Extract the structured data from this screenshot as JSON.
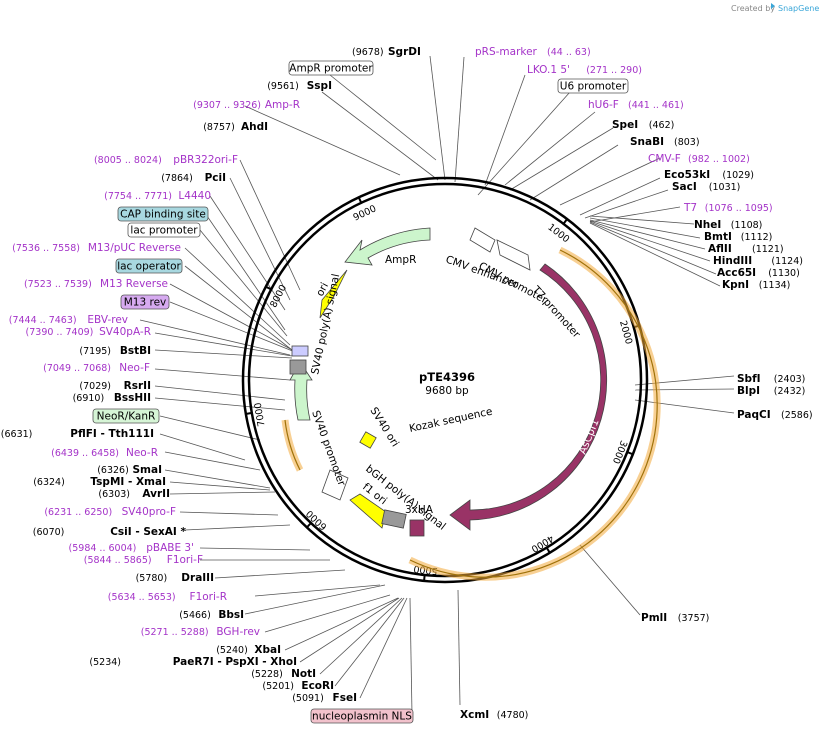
{
  "credit": {
    "created_by": "Created by",
    "brand": "SnapGene"
  },
  "plasmid": {
    "name": "pTE4396",
    "size": "9680 bp",
    "total_bp": 9680
  },
  "ticks": [
    "1000",
    "2000",
    "3000",
    "4000",
    "5000",
    "6000",
    "7000",
    "8000",
    "9000"
  ],
  "enzymes_right": [
    {
      "name": "SgrDI",
      "pos": "(9678)"
    },
    {
      "name": "SpeI",
      "pos": "(462)"
    },
    {
      "name": "SnaBI",
      "pos": "(803)"
    },
    {
      "name": "Eco53kI",
      "pos": "(1029)"
    },
    {
      "name": "SacI",
      "pos": "(1031)"
    },
    {
      "name": "NheI",
      "pos": "(1108)"
    },
    {
      "name": "BmtI",
      "pos": "(1112)"
    },
    {
      "name": "AflII",
      "pos": "(1121)"
    },
    {
      "name": "HindIII",
      "pos": "(1124)"
    },
    {
      "name": "Acc65I",
      "pos": "(1130)"
    },
    {
      "name": "KpnI",
      "pos": "(1134)"
    },
    {
      "name": "SbfI",
      "pos": "(2403)"
    },
    {
      "name": "BlpI",
      "pos": "(2432)"
    },
    {
      "name": "PaqCI",
      "pos": "(2586)"
    },
    {
      "name": "PmlI",
      "pos": "(3757)"
    },
    {
      "name": "XcmI",
      "pos": "(4780)"
    }
  ],
  "enzymes_left": [
    {
      "name": "SspI",
      "pos": "(9561)"
    },
    {
      "name": "AhdI",
      "pos": "(8757)"
    },
    {
      "name": "PciI",
      "pos": "(7864)"
    },
    {
      "name": "BstBI",
      "pos": "(7195)"
    },
    {
      "name": "RsrII",
      "pos": "(7029)"
    },
    {
      "name": "BssHII",
      "pos": "(6910)"
    },
    {
      "name": "PflFI  -  Tth111I",
      "pos": "(6631)"
    },
    {
      "name": "SmaI",
      "pos": "(6326)"
    },
    {
      "name": "TspMI  -  XmaI",
      "pos": "(6324)"
    },
    {
      "name": "AvrII",
      "pos": "(6303)"
    },
    {
      "name": "CsiI  -  SexAI  *",
      "pos": "(6070)"
    },
    {
      "name": "DraIII",
      "pos": "(5780)"
    },
    {
      "name": "BbsI",
      "pos": "(5466)"
    },
    {
      "name": "XbaI",
      "pos": "(5240)"
    },
    {
      "name": "PaeR7I  -  PspXI  -  XhoI",
      "pos": "(5234)"
    },
    {
      "name": "NotI",
      "pos": "(5228)"
    },
    {
      "name": "EcoRI",
      "pos": "(5201)"
    },
    {
      "name": "FseI",
      "pos": "(5091)"
    }
  ],
  "primers_right": [
    {
      "name": "pRS-marker",
      "pos": "(44 .. 63)"
    },
    {
      "name": "LKO.1 5'",
      "pos": "(271 .. 290)"
    },
    {
      "name": "hU6-F",
      "pos": "(441 .. 461)"
    },
    {
      "name": "CMV-F",
      "pos": "(982 .. 1002)"
    },
    {
      "name": "T7",
      "pos": "(1076 .. 1095)"
    }
  ],
  "primers_left": [
    {
      "name": "Amp-R",
      "pos": "(9307 .. 9326)"
    },
    {
      "name": "pBR322ori-F",
      "pos": "(8005 .. 8024)"
    },
    {
      "name": "L4440",
      "pos": "(7754 .. 7771)"
    },
    {
      "name": "M13/pUC Reverse",
      "pos": "(7536 .. 7558)"
    },
    {
      "name": "M13 Reverse",
      "pos": "(7523 .. 7539)"
    },
    {
      "name": "EBV-rev",
      "pos": "(7444 .. 7463)"
    },
    {
      "name": "SV40pA-R",
      "pos": "(7390 .. 7409)"
    },
    {
      "name": "Neo-F",
      "pos": "(7049 .. 7068)"
    },
    {
      "name": "Neo-R",
      "pos": "(6439 .. 6458)"
    },
    {
      "name": "SV40pro-F",
      "pos": "(6231 .. 6250)"
    },
    {
      "name": "pBABE 3'",
      "pos": "(5984 .. 6004)"
    },
    {
      "name": "F1ori-F",
      "pos": "(5844 .. 5865)"
    },
    {
      "name": "F1ori-R",
      "pos": "(5634 .. 5653)"
    },
    {
      "name": "BGH-rev",
      "pos": "(5271 .. 5288)"
    }
  ],
  "boxed_labels": [
    {
      "name": "AmpR promoter",
      "style": "white"
    },
    {
      "name": "U6 promoter",
      "style": "white"
    },
    {
      "name": "CAP binding site",
      "style": "teal"
    },
    {
      "name": "lac promoter",
      "style": "white"
    },
    {
      "name": "lac operator",
      "style": "teal"
    },
    {
      "name": "M13 rev",
      "style": "purple"
    },
    {
      "name": "NeoR/KanR",
      "style": "green"
    },
    {
      "name": "nucleoplasmin NLS",
      "style": "pink"
    }
  ],
  "features": {
    "ampr": "AmpR",
    "ori": "ori",
    "cmv_enhancer": "CMV enhancer",
    "cmv_promoter": "CMV promoter",
    "t7_promoter": "T7 promoter",
    "ascpf1": "AsCpf1",
    "sv40_polya": "SV40 poly(A) signal",
    "sv40_promoter": "SV40 promoter",
    "sv40_ori": "SV40 ori",
    "kozak": "Kozak sequence",
    "bgh_polya": "bGH poly(A) signal",
    "f1_ori": "f1 ori",
    "ha3": "3xHA"
  },
  "colors": {
    "ampr": "#ccf5cc",
    "ori": "#ffff00",
    "ascpf1": "#993366",
    "neor": "#ccf5cc",
    "primer": "#a433c8",
    "orange": "#f2a93b",
    "green_arrow": "#339900"
  }
}
